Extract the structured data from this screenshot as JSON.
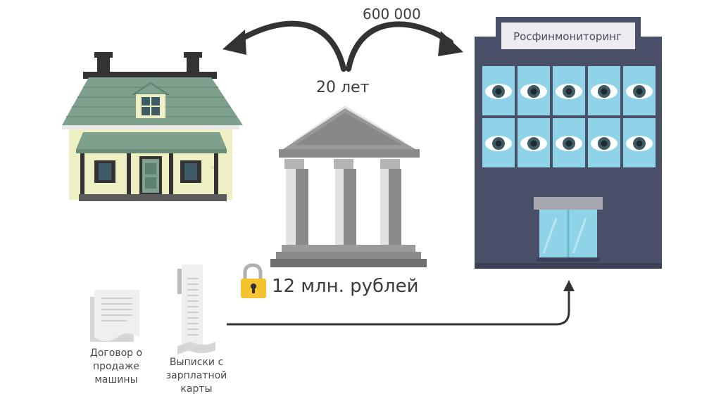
{
  "labels": {
    "amount": "600 000",
    "period": "20 лет",
    "deposit": "12 млн. рублей",
    "monitoring_sign": "Росфинмониторинг",
    "contract_doc": "Договор о продаже машины",
    "statement_doc": "Выписки с зарплатной карты"
  },
  "icons": {
    "house": "house-icon",
    "bank": "bank-building-icon",
    "lock": "padlock-icon",
    "office": "office-building-icon",
    "eye": "eye-icon",
    "contract": "document-sheet-icon",
    "statement": "receipt-scroll-icon"
  },
  "colors": {
    "roof": "#7fa08c",
    "wall": "#eef0c4",
    "office": "#4a4f68",
    "window": "#8fd3e8",
    "bank": "#8a8a8a",
    "lock": "#f4c430",
    "arrow": "#333333"
  }
}
